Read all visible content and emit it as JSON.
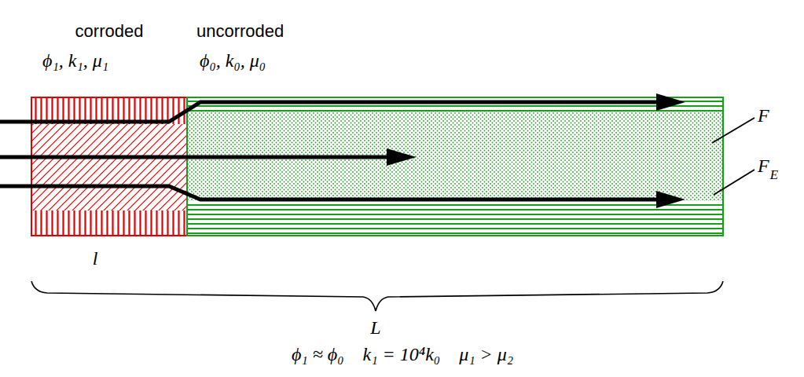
{
  "diagram": {
    "nodes": [
      {
        "text": [
          "corroded",
          "ϕ₁, k₁, μ₁"
        ]
      },
      {
        "text": [
          "uncorroded",
          "ϕ₀, k₀, μ₀"
        ]
      }
    ],
    "labels": [
      "F",
      "F",
      "E",
      "l",
      "L",
      "ϕ₁ ≈ ϕ₀    k₁ = 10⁴k₀    μ₁ > μ₂"
    ]
  }
}
